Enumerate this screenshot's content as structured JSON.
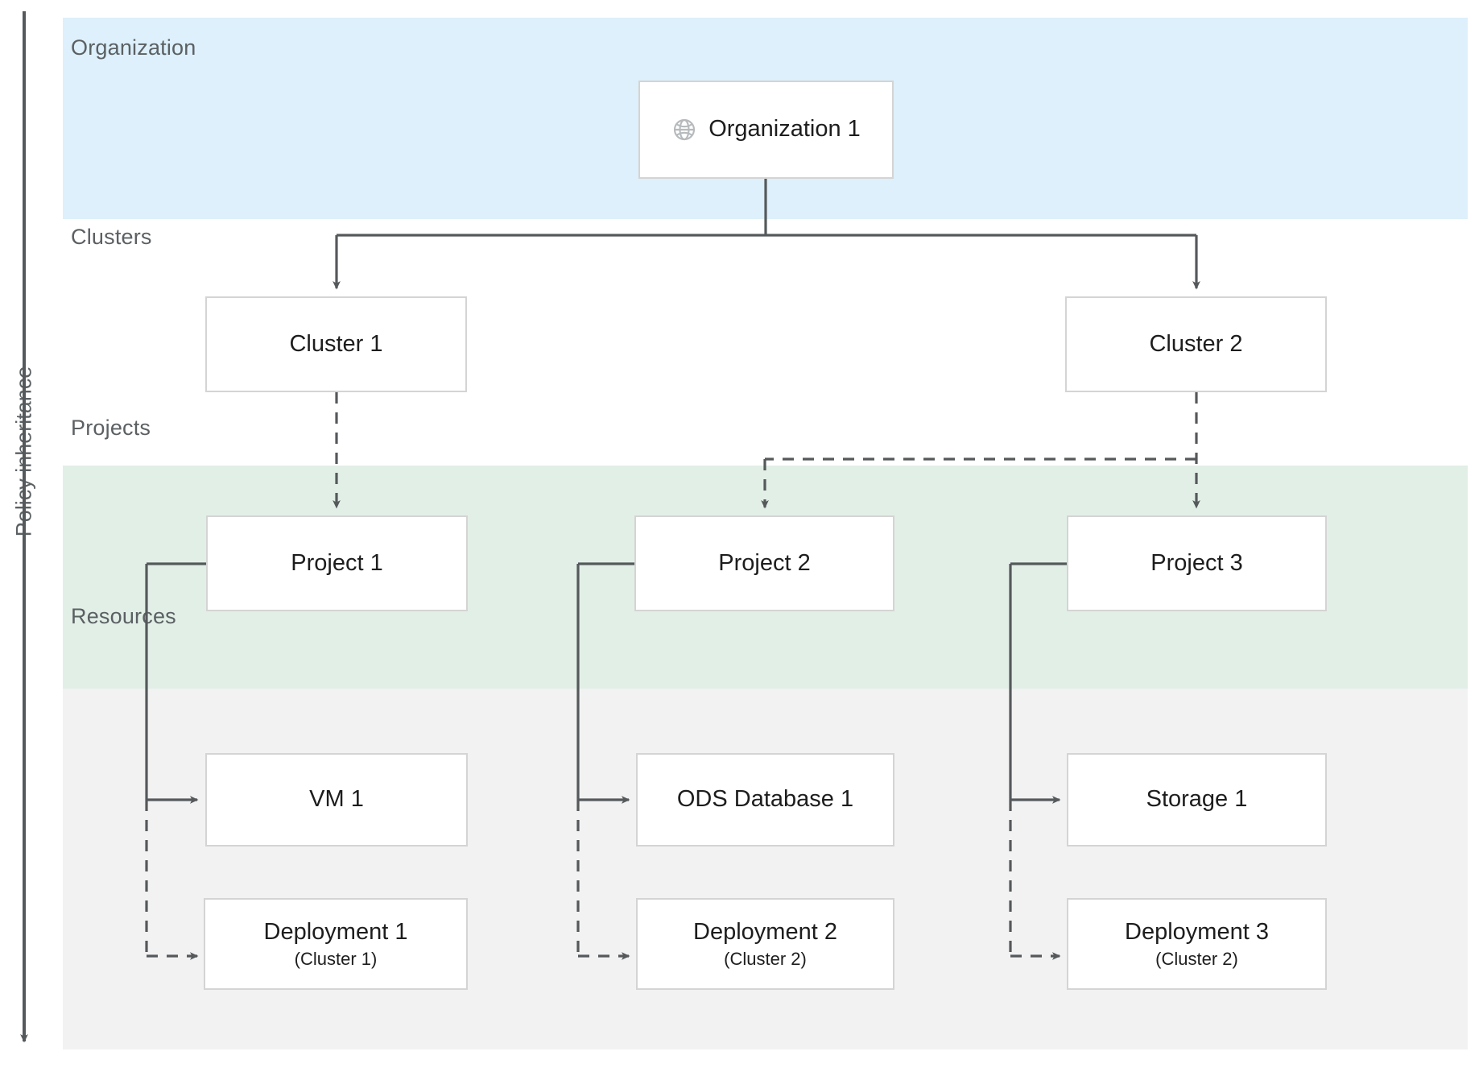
{
  "axis": {
    "label": "Policy inheritance",
    "icon": "down-arrow-icon"
  },
  "bands": [
    {
      "key": "organization",
      "label": "Organization",
      "color": "#ddf0fb"
    },
    {
      "key": "clusters",
      "label": "Clusters",
      "color": "#ffffff"
    },
    {
      "key": "projects",
      "label": "Projects",
      "color": "#e2efe7"
    },
    {
      "key": "resources",
      "label": "Resources",
      "color": "#f2f2f2"
    }
  ],
  "nodes": {
    "organization_1": {
      "label": "Organization 1",
      "icon": "globe-icon"
    },
    "cluster_1": {
      "label": "Cluster 1"
    },
    "cluster_2": {
      "label": "Cluster 2"
    },
    "project_1": {
      "label": "Project 1"
    },
    "project_2": {
      "label": "Project 2"
    },
    "project_3": {
      "label": "Project 3"
    },
    "vm_1": {
      "label": "VM 1"
    },
    "ods_database_1": {
      "label": "ODS Database 1"
    },
    "storage_1": {
      "label": "Storage 1"
    },
    "deployment_1": {
      "label": "Deployment 1",
      "sub": "(Cluster 1)"
    },
    "deployment_2": {
      "label": "Deployment 2",
      "sub": "(Cluster 2)"
    },
    "deployment_3": {
      "label": "Deployment 3",
      "sub": "(Cluster 2)"
    }
  },
  "edges": [
    {
      "from": "organization_1",
      "to": "cluster_1",
      "style": "solid"
    },
    {
      "from": "organization_1",
      "to": "cluster_2",
      "style": "solid"
    },
    {
      "from": "cluster_1",
      "to": "project_1",
      "style": "dashed"
    },
    {
      "from": "cluster_2",
      "to": "project_2",
      "style": "dashed"
    },
    {
      "from": "cluster_2",
      "to": "project_3",
      "style": "dashed"
    },
    {
      "from": "project_1",
      "to": "vm_1",
      "style": "solid"
    },
    {
      "from": "project_1",
      "to": "deployment_1",
      "style": "dashed"
    },
    {
      "from": "project_2",
      "to": "ods_database_1",
      "style": "solid"
    },
    {
      "from": "project_2",
      "to": "deployment_2",
      "style": "dashed"
    },
    {
      "from": "project_3",
      "to": "storage_1",
      "style": "solid"
    },
    {
      "from": "project_3",
      "to": "deployment_3",
      "style": "dashed"
    }
  ],
  "colors": {
    "band_organization": "#ddf0fb",
    "band_projects": "#e2efe7",
    "band_resources": "#f2f2f2",
    "node_border": "#d4d4d4",
    "connector": "#55595b",
    "label_text": "#5b6063",
    "node_text": "#1d1d1d"
  }
}
